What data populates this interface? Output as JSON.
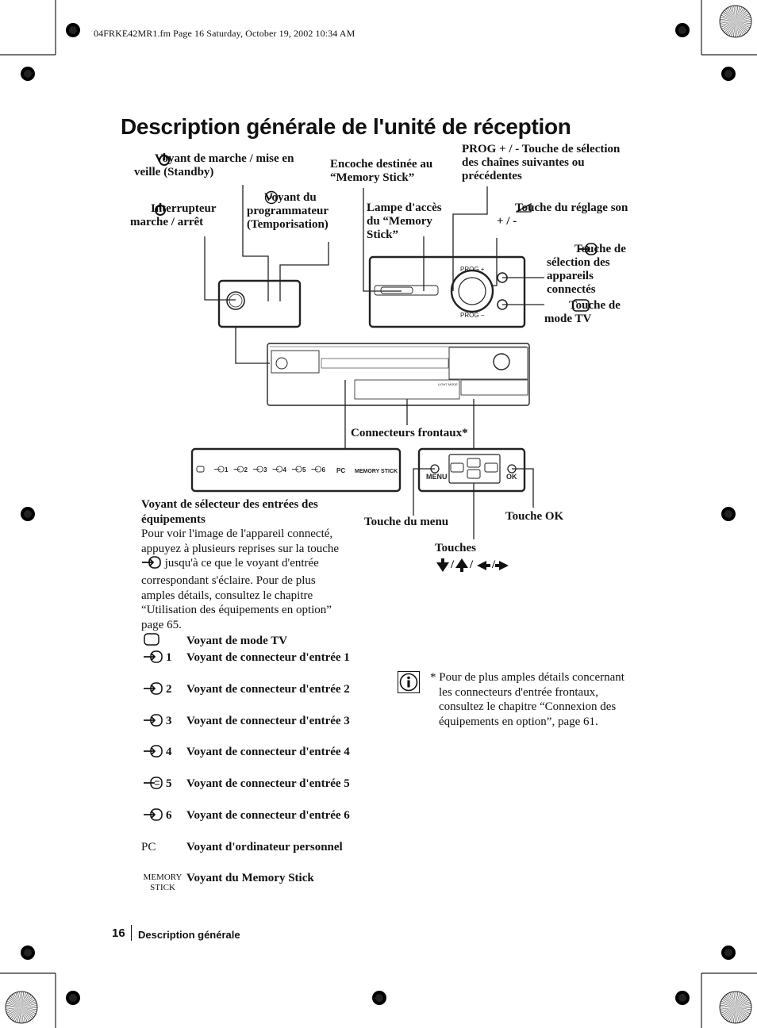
{
  "header": {
    "file_info": "04FRKE42MR1.fm  Page 16  Saturday, October 19, 2002  10:34 AM"
  },
  "title": "Description générale de l'unité de réception",
  "callouts": {
    "standby_indicator": "Voyant de marche / mise en veille (Standby)",
    "memory_stick_slot": "Encoche destinée au “Memory Stick”",
    "prog_buttons": "PROG + / - Touche de sélection des chaînes suivantes ou précédentes",
    "power_switch": "Interrupteur marche / arrêt",
    "timer_indicator": "Voyant du programmateur (Temporisation)",
    "access_lamp": "Lampe d'accès du “Memory Stick”",
    "volume_button": "Touche du réglage son + / -",
    "input_select_button": "Touche de sélection des appareils connectés",
    "tv_mode_button": "Touche de mode TV",
    "front_connectors": "Connecteurs frontaux*",
    "menu_button": "Touche du menu",
    "ok_button": "Touche OK",
    "arrow_buttons": "Touches"
  },
  "diagram_labels": {
    "prog_plus": "PROG +",
    "prog_minus": "PROG −",
    "menu": "MENU",
    "ok": "OK",
    "pc": "PC",
    "memory_stick": "MEMORY STICK",
    "light_mode": "LIGHT MODE",
    "strip_numbers": [
      "1",
      "2",
      "3",
      "4",
      "5",
      "6"
    ]
  },
  "selector_section": {
    "heading": "Voyant de sélecteur des entrées des équipements",
    "text_before_icon": "Pour voir l'image de l'appareil connecté, appuyez à plusieurs reprises sur la touche",
    "text_after_icon": "jusqu'à ce que le voyant d'entrée correspondant s'éclaire. Pour de plus amples détails, consultez le chapitre “Utilisation des équipements en option” page 65."
  },
  "indicators": [
    {
      "key": "",
      "icon": "tv-mode-icon",
      "label": "Voyant de mode TV"
    },
    {
      "key": "1",
      "icon": "input-icon",
      "label": "Voyant de connecteur d'entrée 1"
    },
    {
      "key": "2",
      "icon": "input-icon",
      "label": "Voyant de connecteur d'entrée 2"
    },
    {
      "key": "3",
      "icon": "input-icon",
      "label": "Voyant de connecteur d'entrée 3"
    },
    {
      "key": "4",
      "icon": "input-icon",
      "label": "Voyant de connecteur d'entrée 4"
    },
    {
      "key": "5",
      "icon": "input-icon",
      "label": "Voyant de connecteur d'entrée 5"
    },
    {
      "key": "6",
      "icon": "input-icon",
      "label": "Voyant de connecteur d'entrée 6"
    },
    {
      "key": "PC",
      "icon": "",
      "label": "Voyant d'ordinateur personnel"
    },
    {
      "key": "MEMORY STICK",
      "icon": "",
      "label": "Voyant du  Memory Stick"
    }
  ],
  "footnote": "* Pour de plus amples détails concernant les connecteurs d'entrée frontaux, consultez le chapitre “Connexion des équipements en option”, page 61.",
  "footer": {
    "page_number": "16",
    "section": "Description générale"
  },
  "colors": {
    "ink": "#111111",
    "rule": "#222222"
  }
}
